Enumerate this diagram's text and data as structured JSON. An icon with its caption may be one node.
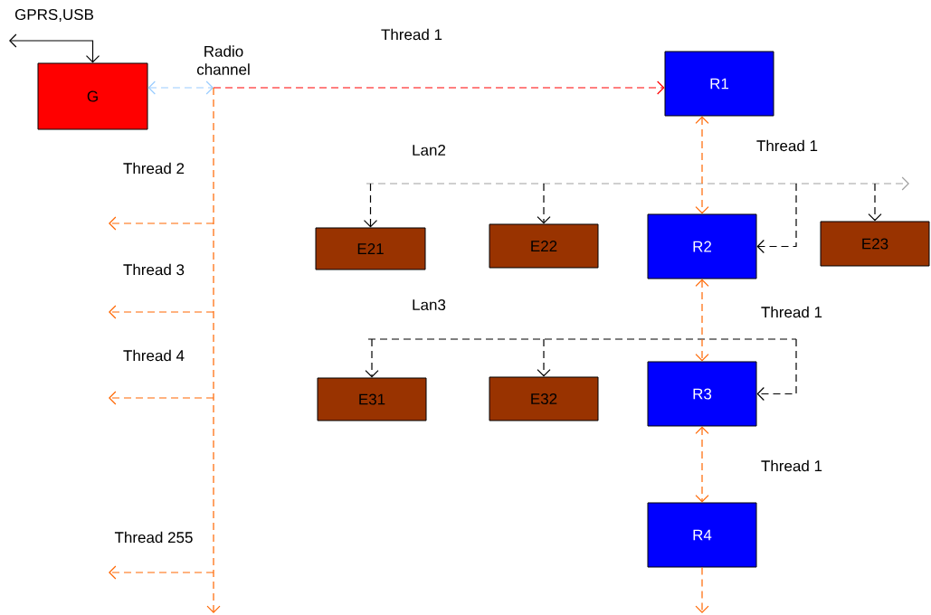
{
  "diagram": {
    "nodes": [
      {
        "text": [
          "G"
        ]
      },
      {
        "text": [
          "Radio channel"
        ]
      },
      {
        "text": [
          "R1"
        ]
      },
      {
        "text": [
          "E21"
        ]
      },
      {
        "text": [
          "E22"
        ]
      },
      {
        "text": [
          "R2"
        ]
      },
      {
        "text": [
          "E23"
        ]
      },
      {
        "text": [
          "E31"
        ]
      },
      {
        "text": [
          "E32"
        ]
      },
      {
        "text": [
          "R3"
        ]
      },
      {
        "text": [
          "R4"
        ]
      }
    ],
    "edges": [
      {
        "from": null,
        "to": 0,
        "arrow": "both",
        "label": "GPRS,USB"
      },
      {
        "from": 0,
        "to": 1,
        "arrow": "both",
        "style": "dashed",
        "color": "#99ccff"
      },
      {
        "from": 1,
        "to": 2,
        "arrow": "to",
        "style": "dashed",
        "color": "#ff0000",
        "label": "Thread 1"
      },
      {
        "from": 1,
        "to": null,
        "arrow": "to",
        "style": "dashed",
        "color": "#ff6600"
      },
      {
        "from": 2,
        "to": 5,
        "arrow": "both",
        "style": "dashed",
        "color": "#ff6600",
        "label": "Thread 1"
      },
      {
        "from": 5,
        "to": 9,
        "arrow": "both",
        "style": "dashed",
        "color": "#ff6600",
        "label": "Thread 1"
      },
      {
        "from": 9,
        "to": 10,
        "arrow": "both",
        "style": "dashed",
        "color": "#ff6600",
        "label": "Thread 1"
      },
      {
        "from": 10,
        "to": null,
        "arrow": "to",
        "style": "dashed",
        "color": "#ff6600"
      },
      {
        "from": null,
        "to": 3,
        "arrow": "to",
        "style": "dashed"
      },
      {
        "from": null,
        "to": 4,
        "arrow": "to",
        "style": "dashed"
      },
      {
        "from": null,
        "to": 6,
        "arrow": "to",
        "style": "dashed"
      },
      {
        "from": null,
        "to": 5,
        "arrow": "to",
        "style": "dashed"
      },
      {
        "from": null,
        "to": 7,
        "arrow": "to",
        "style": "dashed"
      },
      {
        "from": null,
        "to": 8,
        "arrow": "to",
        "style": "dashed"
      },
      {
        "from": null,
        "to": 9,
        "arrow": "to",
        "style": "dashed"
      }
    ],
    "labels": [
      "Thread 2",
      "Thread 3",
      "Thread 4",
      "Thread  255",
      "Lan2",
      "Lan3"
    ]
  }
}
